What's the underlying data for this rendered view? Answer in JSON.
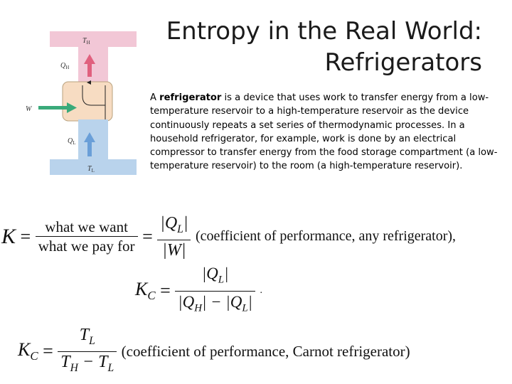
{
  "title": {
    "line1": "Entropy in the Real World:",
    "line2": "Refrigerators"
  },
  "body": {
    "intro": "A ",
    "term": "refrigerator",
    "rest": " is a device that uses work to transfer energy from a low-temperature reservoir to a high-temperature reservoir as the device continuously repeats a set series of thermodynamic processes. In a household refrigerator, for example, work is done by an electrical compressor to transfer energy from the food storage compartment (a low-temperature reservoir) to the room (a high-temperature reservoir)."
  },
  "diagram": {
    "hot_label": "T",
    "hot_sub": "H",
    "cold_label": "T",
    "cold_sub": "L",
    "q_hot": "Q",
    "q_hot_sub": "H",
    "q_cold": "Q",
    "q_cold_sub": "L",
    "work": "W",
    "colors": {
      "hot_reservoir": "#f2c7d6",
      "cold_reservoir": "#b9d3ec",
      "engine": "#f7dcc2",
      "arrow_hot": "#e0607e",
      "arrow_cold": "#6a9fd8",
      "arrow_work": "#3aaa7a"
    }
  },
  "equations": {
    "eq1": {
      "lhs": "K",
      "equals": "=",
      "num1": "what we want",
      "den1": "what we pay for",
      "equals2": "=",
      "num2": "|Q",
      "num2_sub": "L",
      "num2_end": "|",
      "den2": "|W|",
      "note": "(coefficient of performance, any refrigerator),"
    },
    "eq2": {
      "lhs": "K",
      "lhs_sub": "C",
      "equals": "=",
      "num": "|Q",
      "num_sub": "L",
      "num_end": "|",
      "den_a": "|Q",
      "den_a_sub": "H",
      "den_mid": "| − |Q",
      "den_b_sub": "L",
      "den_end": "|",
      "tail": "."
    },
    "eq3": {
      "lhs": "K",
      "lhs_sub": "C",
      "equals": "=",
      "num": "T",
      "num_sub": "L",
      "den_a": "T",
      "den_a_sub": "H",
      "den_mid": " − T",
      "den_b_sub": "L",
      "note": "(coefficient of performance, Carnot refrigerator)"
    }
  }
}
